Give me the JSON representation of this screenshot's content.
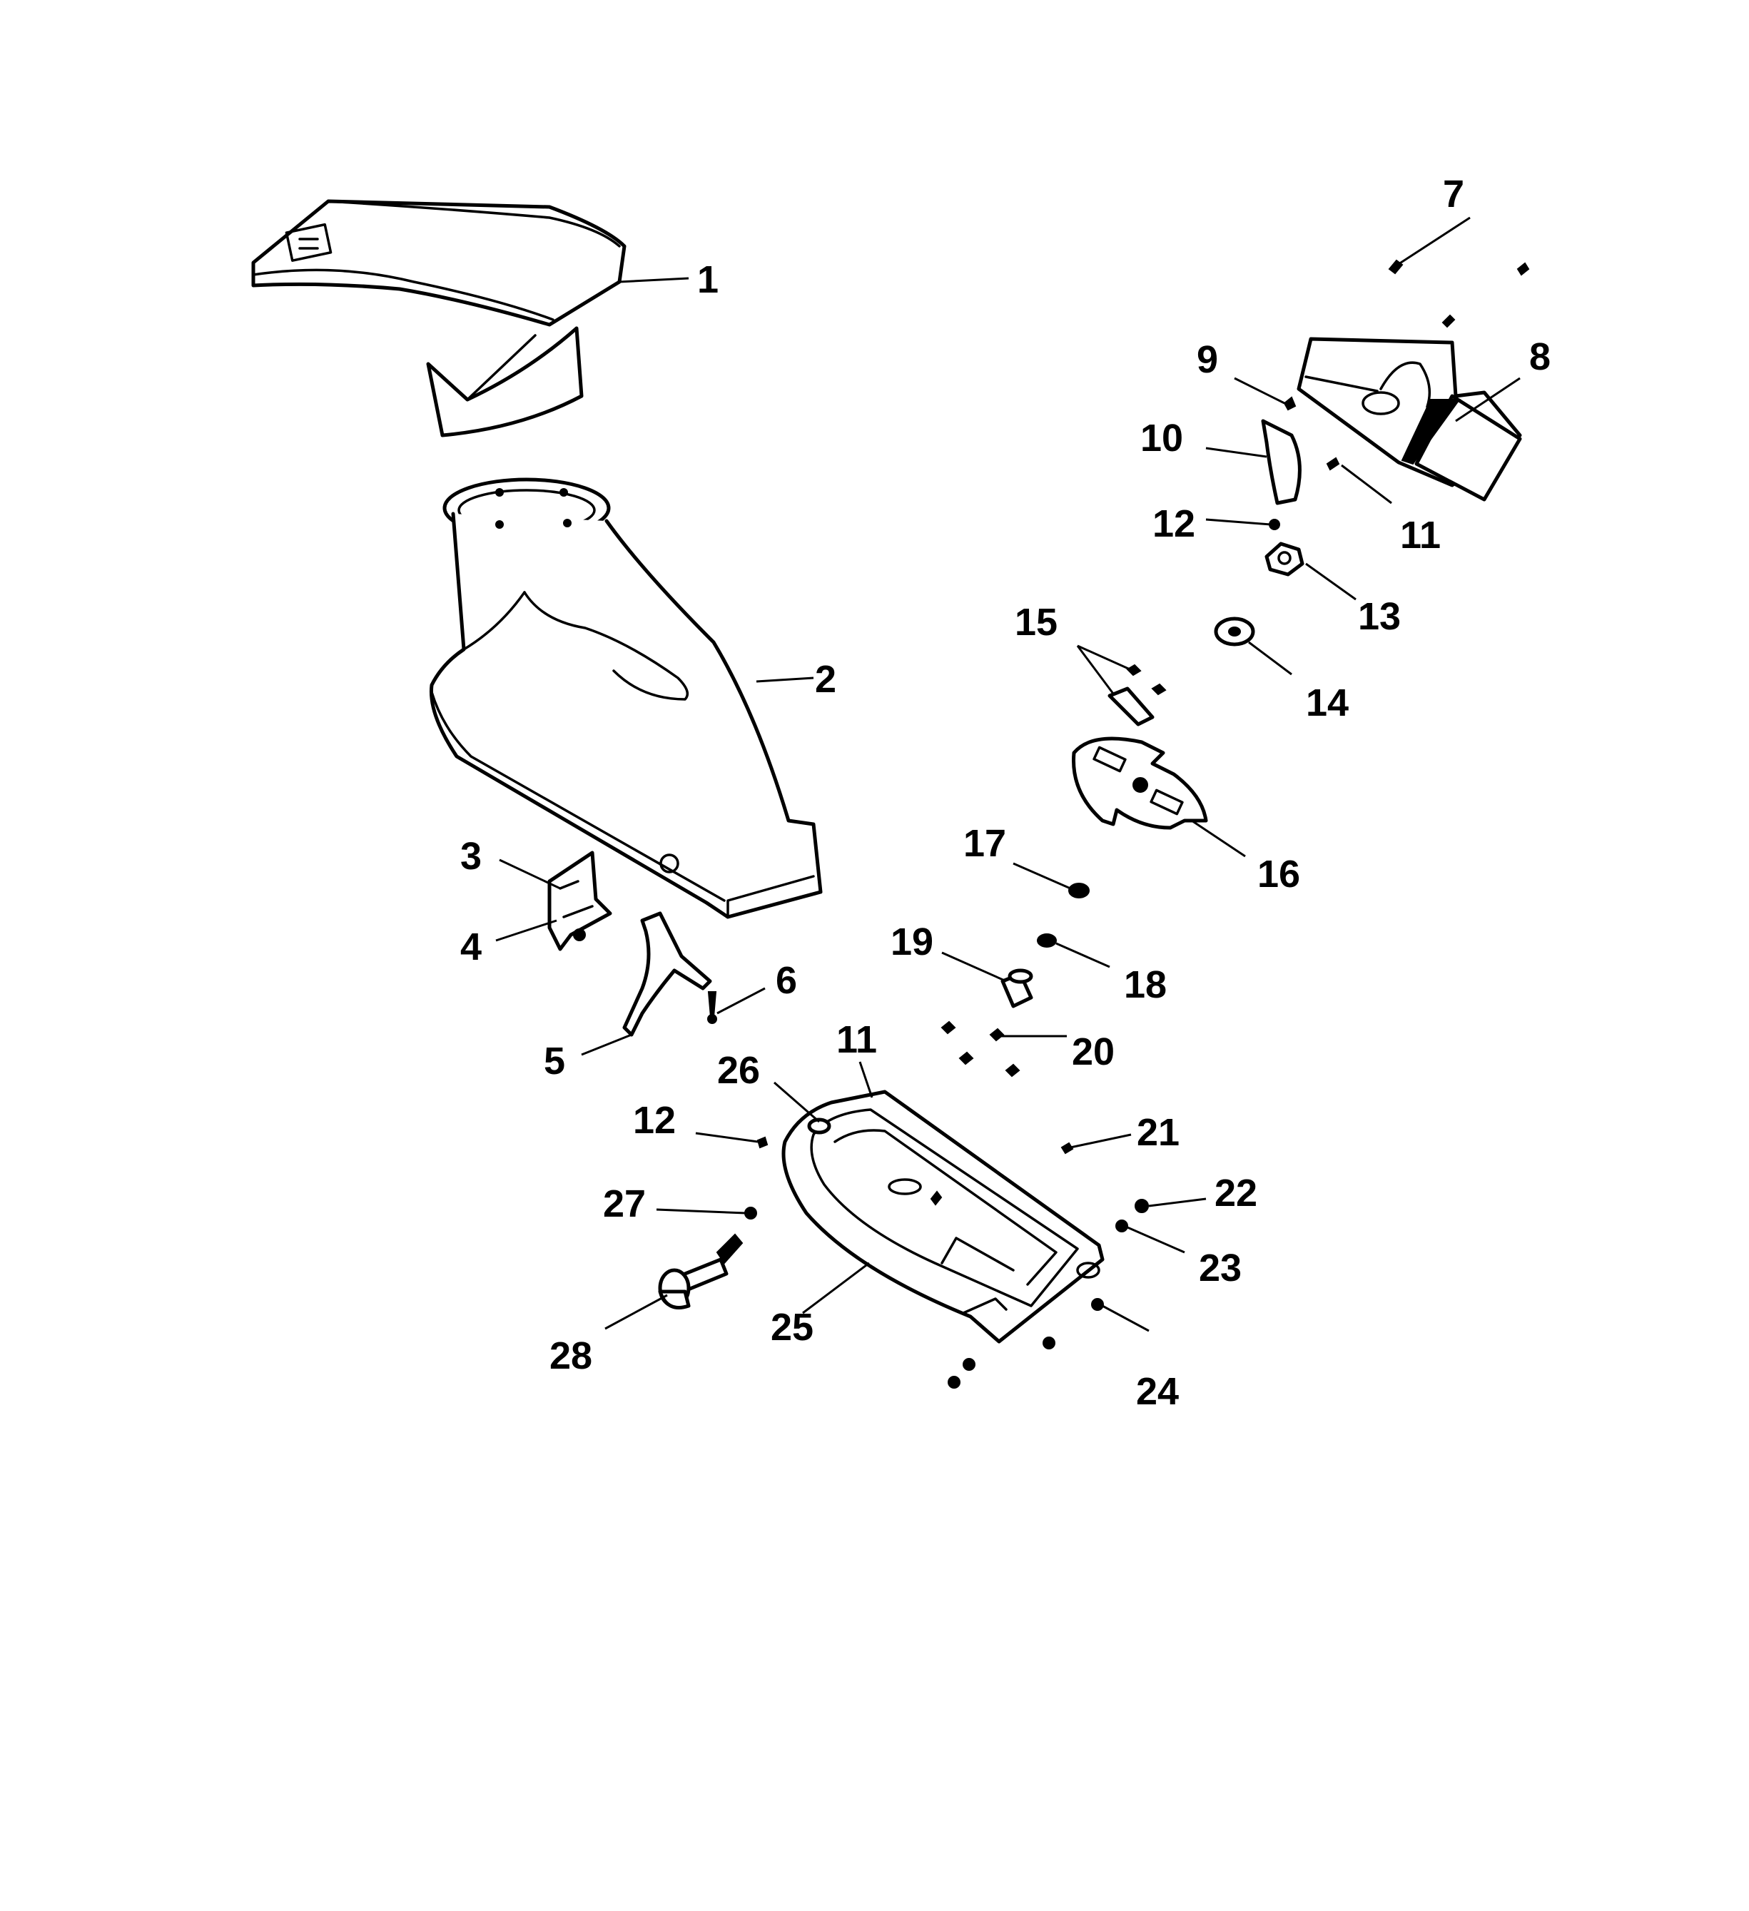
{
  "callouts": [
    {
      "id": "c1",
      "label": "1"
    },
    {
      "id": "c2",
      "label": "2"
    },
    {
      "id": "c3",
      "label": "3"
    },
    {
      "id": "c4",
      "label": "4"
    },
    {
      "id": "c5",
      "label": "5"
    },
    {
      "id": "c6",
      "label": "6"
    },
    {
      "id": "c7",
      "label": "7"
    },
    {
      "id": "c8",
      "label": "8"
    },
    {
      "id": "c9",
      "label": "9"
    },
    {
      "id": "c10",
      "label": "10"
    },
    {
      "id": "c11a",
      "label": "11"
    },
    {
      "id": "c12a",
      "label": "12"
    },
    {
      "id": "c13",
      "label": "13"
    },
    {
      "id": "c14",
      "label": "14"
    },
    {
      "id": "c15",
      "label": "15"
    },
    {
      "id": "c16",
      "label": "16"
    },
    {
      "id": "c17",
      "label": "17"
    },
    {
      "id": "c18",
      "label": "18"
    },
    {
      "id": "c19",
      "label": "19"
    },
    {
      "id": "c20",
      "label": "20"
    },
    {
      "id": "c11b",
      "label": "11"
    },
    {
      "id": "c26",
      "label": "26"
    },
    {
      "id": "c12b",
      "label": "12"
    },
    {
      "id": "c21",
      "label": "21"
    },
    {
      "id": "c22",
      "label": "22"
    },
    {
      "id": "c27",
      "label": "27"
    },
    {
      "id": "c23",
      "label": "23"
    },
    {
      "id": "c25",
      "label": "25"
    },
    {
      "id": "c28",
      "label": "28"
    },
    {
      "id": "c24",
      "label": "24"
    }
  ]
}
